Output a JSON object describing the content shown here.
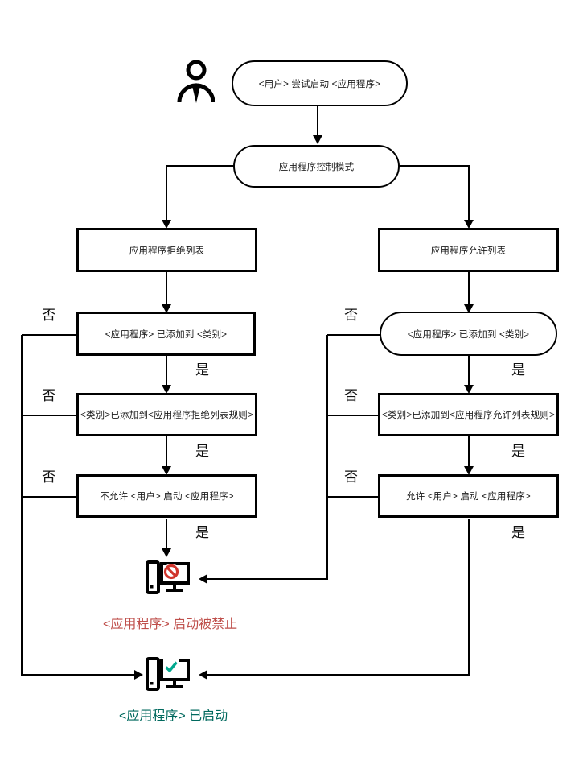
{
  "diagram_title": "Application Control mode flowchart",
  "labels": {
    "no": "否",
    "yes": "是"
  },
  "nodes": {
    "start": "<用户> 尝试启动 <应用程序>",
    "mode": "应用程序控制模式",
    "denylist": "应用程序拒绝列表",
    "allowlist": "应用程序允许列表",
    "deny_added_category": "<应用程序> 已添加到 <类别>",
    "deny_category_rule": "<类别>已添加到<应用程序拒绝列表规则>",
    "deny_final": "不允许 <用户> 启动 <应用程序>",
    "allow_added_category": "<应用程序> 已添加到 <类别>",
    "allow_category_rule": "<类别>已添加到<应用程序允许列表规则>",
    "allow_final": "允许 <用户> 启动 <应用程序>"
  },
  "captions": {
    "blocked": "<应用程序> 启动被禁止",
    "started": "<应用程序> 已启动"
  },
  "icons": {
    "person": "person-icon",
    "computer_blocked": "computer-blocked-icon",
    "computer_started": "computer-started-icon",
    "prohibition": "prohibition-icon",
    "checkmark": "checkmark-icon"
  },
  "colors": {
    "line": "#000000",
    "node_text": "#1a1a1a",
    "denied_sign": "#d0342c",
    "denied_text": "#bf4f4b",
    "allowed_check": "#00a88e",
    "allowed_text": "#00695e"
  }
}
